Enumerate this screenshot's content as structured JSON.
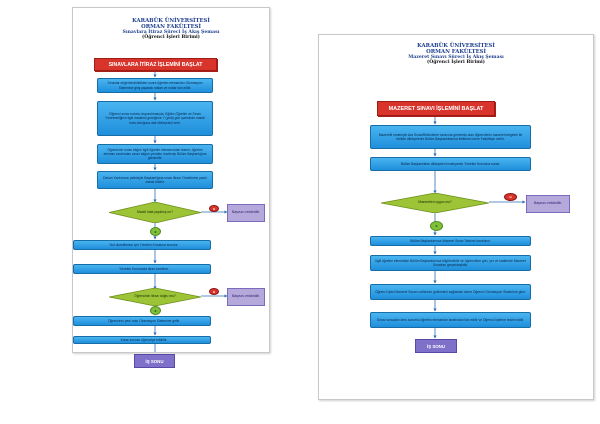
{
  "colors": {
    "process_blue": "#2a9be3",
    "title_red": "#d9342b",
    "decision_green": "#9cc436",
    "reject_purple": "#b5a9dc",
    "end_purple": "#7f70c9",
    "header_blue": "#1f3f8f"
  },
  "left_page": {
    "header": {
      "university": "KARABÜK ÜNİVERSİTESİ",
      "faculty": "ORMAN FAKÜLTESİ",
      "subtitle": "Sınavlara İtiraz Süreci İş Akış Şeması",
      "unit": "(Öğrenci İşleri Birimi)"
    },
    "start_title": "SINAVLARA İTİRAZ İŞLEMİNİ BAŞLAT",
    "steps": [
      "Sınavlar değerlendirildikten sonra öğretim elemanları Otomasyon Sistemine giriş yaparak notları ve notlar ilan edilir.",
      "Öğrenci sınav notunu duyurulmasıyla, Eğitim-Öğretim ve Sınav Yönetmeliğinin ilgili maddesi gereğince 7 (yedi) gün içerisinde maddi hata olduğuna dair dilekçesini verir.",
      "Öğrencinin sınav kâğıdı ilgili öğretim elemanından istenir, öğretim elemanı tarafından sınav kâğıdı yeniden incelenip Bölüm Başkanlığına gönderilir.",
      "Dekan Yardımcısı yetkisiyle Başkanlığına sınav itirazı Yönetimine yazılı olarak bildirir."
    ],
    "decision1": "Maddi hata yapılmış mı?",
    "reject1": "Başvuru reddedilir.",
    "steps2": [
      "Not düzeltilmesi için Yönetim Kuruluna sunulur.",
      "Yönetim Kurulunda itiraz incelenir."
    ],
    "decision2": "Öğrencinin itirazı doğru mu?",
    "reject2": "Başvuru reddedilir.",
    "steps3": [
      "Öğrencinin yeni notu Otomasyon Sistemine girilir.",
      "Karar sonucu öğrenciye bildirilir."
    ],
    "end": "İŞ SONU",
    "yes_label": "E",
    "no_label": "H"
  },
  "right_page": {
    "header": {
      "university": "KARABÜK ÜNİVERSİTESİ",
      "faculty": "ORMAN FAKÜLTESİ",
      "subtitle": "Mazeret Sınavı Süreci İş Akış Şeması",
      "unit": "(Öğrenci İşleri Birimi)"
    },
    "start_title": "MAZERET SINAVI İŞLEMİNİ BAŞLAT",
    "steps": [
      "Mazeretli nedeniyle Ara Sınav/Bütünleme sınavına girmemiş olan öğrencilerin mazeret belgeleri ile birlikte dilekçelerini Bölüm Başkanlıklarına iletilmek üzere Fakülteye verilir.",
      "Bölüm Başkanlıkları dilekçeleri inceleyerek Yönetim Kuruluna sunar."
    ],
    "decision": "Mazeretleri uygun mu?",
    "reject": "Başvuru reddedilir.",
    "steps2": [
      "Bölüm Başkanlarınca Mazeret Sınav Takvimi hazırlanır.",
      "İlgili öğretim elemanları Bölüm Başkanlarınca bilgilendirilir ve öğrencilere gün, yer ve saatlerde Mazeret Sınavları gerçekleştirilir.",
      "Öğrenci İşleri Mazeret Sınavı notlarının girilmesini sağlamak üzere Öğrenci Otomasyon Sistemine girer.",
      "Sınav sonuçları ders sorumlu öğretim elemanları tarafından ilan edilir ve Öğrenci İşlerine teslim edilir."
    ],
    "end": "İŞ SONU",
    "yes_label": "E",
    "no_label": "H"
  }
}
